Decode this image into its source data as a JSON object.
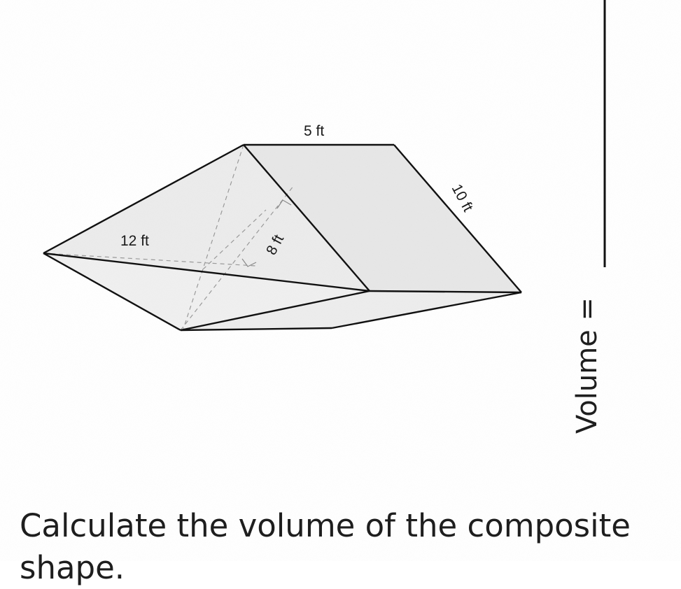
{
  "labels": {
    "top_edge": "5 ft",
    "slant_edge": "10 ft",
    "pyramid_base": "12 ft",
    "height": "8 ft"
  },
  "answer": {
    "prompt": "Volume ="
  },
  "question": "Calculate the volume of the composite shape."
}
